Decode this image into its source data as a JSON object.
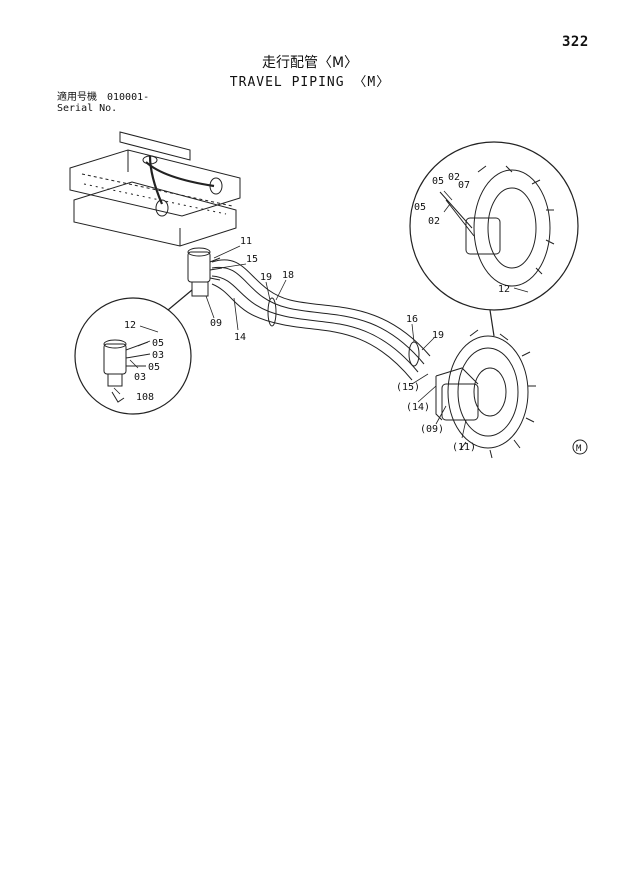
{
  "page": {
    "page_number": "322",
    "title_jp": "走行配管〈M〉",
    "title_en": "TRAVEL PIPING 〈M〉",
    "serial_label_jp": "適用号機",
    "serial_from": "010001-",
    "serial_label_en": "Serial No.",
    "model_mark": "M"
  },
  "callouts": {
    "c11": "11",
    "c15": "15",
    "c19a": "19",
    "c18": "18",
    "c09": "09",
    "c14": "14",
    "c16": "16",
    "c19b": "19",
    "c15p": "(15)",
    "c14p": "(14)",
    "c09p": "(09)",
    "c11p": "(11)",
    "l12": "12",
    "l05a": "05",
    "l03a": "03",
    "l05b": "05",
    "l03b": "03",
    "l108": "108",
    "r05a": "05",
    "r02a": "02",
    "r07": "07",
    "r05b": "05",
    "r02b": "02",
    "r12": "12"
  }
}
